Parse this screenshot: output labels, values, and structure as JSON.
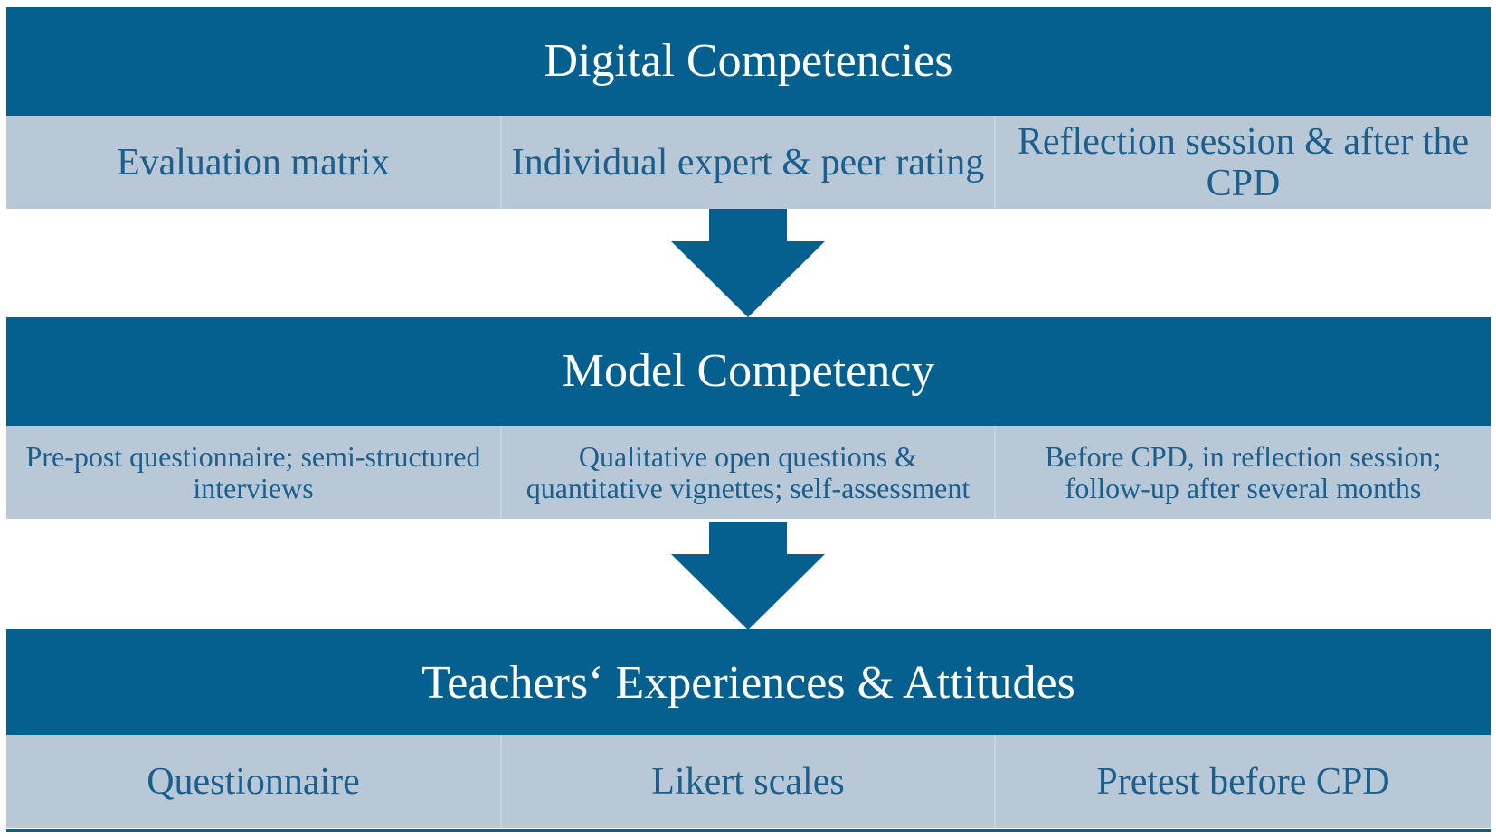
{
  "sections": [
    {
      "title": "Digital Competencies",
      "cells": [
        "Evaluation matrix",
        "Individual expert & peer rating",
        "Reflection session & after the CPD"
      ]
    },
    {
      "title": "Model Competency",
      "cells": [
        "Pre-post questionnaire; semi-structured interviews",
        "Qualitative open questions & quantitative vignettes; self-assessment",
        "Before CPD, in reflection session; follow-up after several months"
      ]
    },
    {
      "title": "Teachers‘ Experiences & Attitudes",
      "cells": [
        "Questionnaire",
        "Likert scales",
        "Pretest before CPD"
      ]
    }
  ],
  "colors": {
    "header": "#05608f",
    "cell_bg": "#b8c8d6",
    "cell_text": "#1a5f8e",
    "arrow": "#05608f"
  }
}
